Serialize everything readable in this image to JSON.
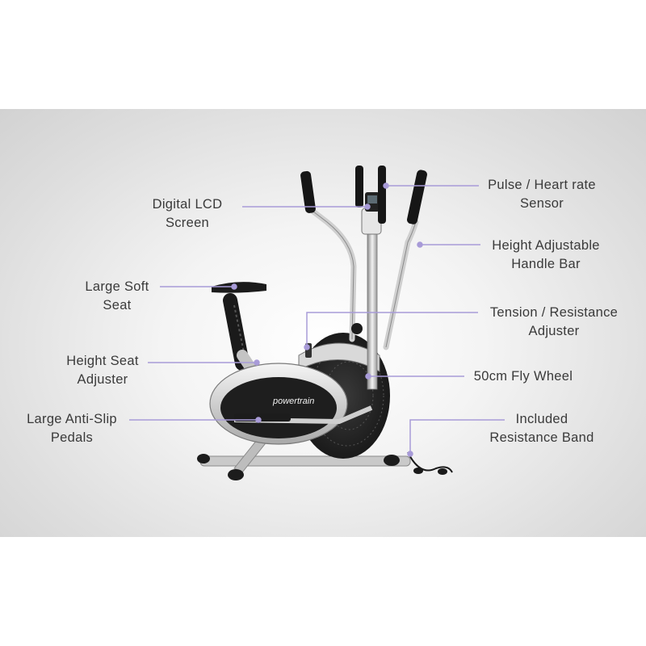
{
  "brand": {
    "logo_text": "powertrain"
  },
  "callouts": {
    "digital_lcd": {
      "line1": "Digital LCD",
      "line2": "Screen"
    },
    "large_soft_seat": {
      "line1": "Large Soft",
      "line2": "Seat"
    },
    "height_seat_adjuster": {
      "line1": "Height Seat",
      "line2": "Adjuster"
    },
    "anti_slip_pedals": {
      "line1": "Large Anti-Slip",
      "line2": "Pedals"
    },
    "pulse_sensor": {
      "line1": "Pulse / Heart rate",
      "line2": "Sensor"
    },
    "adjustable_handle": {
      "line1": "Height Adjustable",
      "line2": "Handle Bar"
    },
    "tension_adjuster": {
      "line1": "Tension / Resistance",
      "line2": "Adjuster"
    },
    "fly_wheel": {
      "line1": "50cm Fly Wheel"
    },
    "resistance_band": {
      "line1": "Included",
      "line2": "Resistance Band"
    }
  },
  "colors": {
    "callout_line": "#a89bd8",
    "text": "#3a3a3a"
  }
}
